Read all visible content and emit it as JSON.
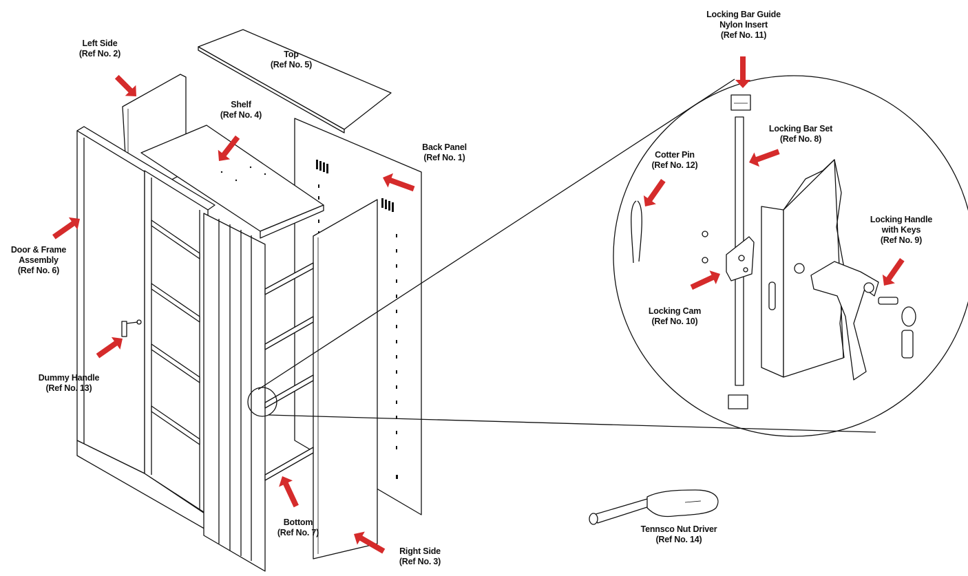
{
  "colors": {
    "arrow": "#d52b2b",
    "line": "#111111",
    "background": "#ffffff"
  },
  "labels": {
    "left_side": [
      "Left Side",
      "(Ref No. 2)"
    ],
    "top": [
      "Top",
      "(Ref No. 5)"
    ],
    "shelf": [
      "Shelf",
      "(Ref No. 4)"
    ],
    "back_panel": [
      "Back Panel",
      "(Ref No. 1)"
    ],
    "door_frame": [
      "Door & Frame",
      "Assembly",
      "(Ref No. 6)"
    ],
    "dummy_handle": [
      "Dummy Handle",
      "(Ref No. 13)"
    ],
    "bottom": [
      "Bottom",
      "(Ref No. 7)"
    ],
    "right_side": [
      "Right Side",
      "(Ref No. 3)"
    ],
    "locking_bar_guide": [
      "Locking Bar Guide",
      "Nylon Insert",
      "(Ref No. 11)"
    ],
    "locking_bar_set": [
      "Locking Bar Set",
      "(Ref No. 8)"
    ],
    "cotter_pin": [
      "Cotter Pin",
      "(Ref No. 12)"
    ],
    "locking_handle": [
      "Locking Handle",
      "with Keys",
      "(Ref No. 9)"
    ],
    "locking_cam": [
      "Locking Cam",
      "(Ref No. 10)"
    ],
    "nut_driver": [
      "Tennsco Nut Driver",
      "(Ref No. 14)"
    ]
  }
}
